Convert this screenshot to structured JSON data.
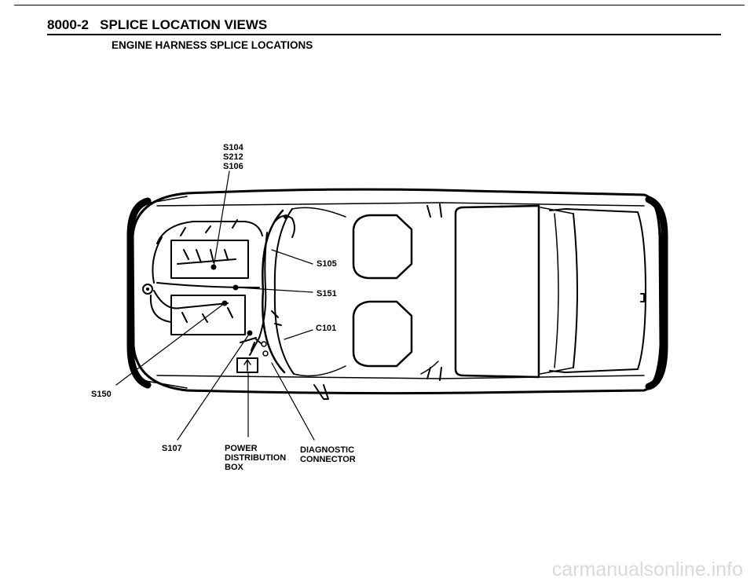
{
  "header": {
    "section_number": "8000-2",
    "title": "SPLICE LOCATION VIEWS",
    "subtitle": "ENGINE HARNESS SPLICE LOCATIONS"
  },
  "labels": {
    "top_stack": [
      "S104",
      "S212",
      "S106"
    ],
    "s105": "S105",
    "s151": "S151",
    "c101": "C101",
    "s150": "S150",
    "s107": "S107",
    "power_distribution_box": [
      "POWER",
      "DISTRIBUTION",
      "BOX"
    ],
    "diagnostic_connector": [
      "DIAGNOSTIC",
      "CONNECTOR"
    ]
  },
  "watermark": "carmanualsonline.info"
}
